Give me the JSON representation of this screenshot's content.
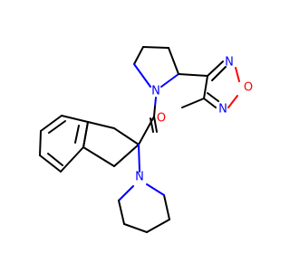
{
  "molecule": {
    "atoms": {
      "pyrrolidine_n": {
        "symbol": "N",
        "color": "#0000ff"
      },
      "oxadiazole_n_top": {
        "symbol": "N",
        "color": "#0000ff"
      },
      "oxadiazole_o": {
        "symbol": "O",
        "color": "#ff0000"
      },
      "oxadiazole_n_bottom": {
        "symbol": "N",
        "color": "#0000ff"
      },
      "carbonyl_o": {
        "symbol": "O",
        "color": "#ff0000"
      },
      "piperidine_n": {
        "symbol": "N",
        "color": "#0000ff"
      }
    }
  }
}
